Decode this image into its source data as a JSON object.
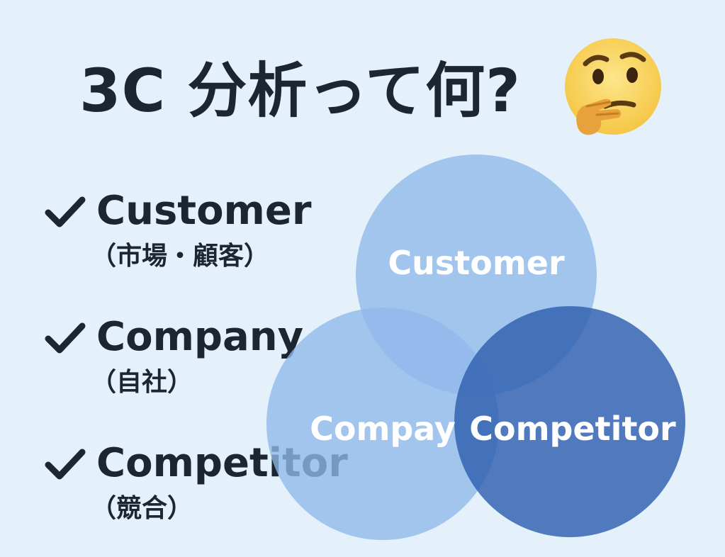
{
  "title": "3C 分析って何?",
  "emoji": "thinking-face-icon",
  "checklist": [
    {
      "title": "Customer",
      "sub": "（市場・顧客）"
    },
    {
      "title": "Company",
      "sub": "（自社）"
    },
    {
      "title": "Competitor",
      "sub": "（競合）"
    }
  ],
  "venn": {
    "customer": "Customer",
    "company": "Compay",
    "competitor": "Competitor"
  },
  "colors": {
    "background": "#e4f1fb",
    "text": "#1d2630",
    "customer_circle": "#8fb8ea",
    "company_circle": "#8fb8ea",
    "competitor_circle": "#3f6fba"
  }
}
